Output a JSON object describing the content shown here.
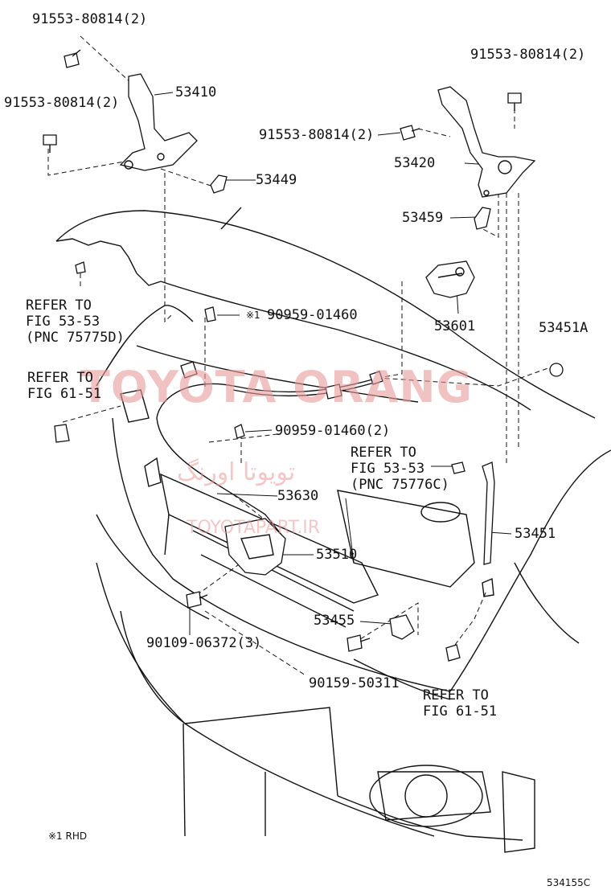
{
  "labels": {
    "bolt_top_left": "91553-80814(2)",
    "bolt_left": "91553-80814(2)",
    "bolt_top_right": "91553-80814(2)",
    "bolt_mid_right": "91553-80814(2)",
    "hinge_left": "53410",
    "hinge_right": "53420",
    "clip_53449": "53449",
    "clip_53459": "53459",
    "lock_53601": "53601",
    "cushion_53451a": "53451A",
    "rod_53451": "53451",
    "clamp_rhd": "90959-01460",
    "clamp_2": "90959-01460(2)",
    "cable_53630": "53630",
    "lock_53510": "53510",
    "bracket_53455": "53455",
    "bolt_90109": "90109-06372(3)",
    "bolt_90159": "90159-50311",
    "ref_left_fig": "REFER TO\nFIG 53-53\n(PNC 75775D)",
    "ref_left_fig2": "REFER TO\nFIG 61-51",
    "ref_mid_fig": "REFER TO\nFIG 53-53\n(PNC 75776C)",
    "ref_bottom_fig": "REFER TO\nFIG 61-51",
    "rhd_mark": "※1",
    "rhd_note": "※1 RHD",
    "diagram_code": "534155C"
  },
  "watermark": {
    "brand": "TOYOTA ORANG",
    "brand_fa": "تویوتا اورنگ",
    "site": "TOYOTAPART.IR",
    "color": "#e99a9a"
  }
}
